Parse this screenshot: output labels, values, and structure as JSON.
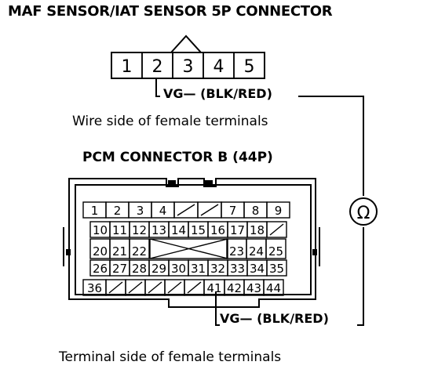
{
  "title": "MAF SENSOR/IAT SENSOR 5P CONNECTOR",
  "maf_connector": {
    "pins": [
      "1",
      "2",
      "3",
      "4",
      "5"
    ],
    "probe_label": "VG— (BLK/RED)",
    "caption": "Wire side of female terminals"
  },
  "pcm_connector": {
    "title": "PCM CONNECTOR B (44P)",
    "rows": [
      [
        "1",
        "2",
        "3",
        "4",
        "",
        "",
        "7",
        "8",
        "9"
      ],
      [
        "10",
        "11",
        "12",
        "13",
        "14",
        "15",
        "16",
        "17",
        "18",
        ""
      ],
      [
        "20",
        "21",
        "22",
        "",
        "23",
        "24",
        "25"
      ],
      [
        "26",
        "27",
        "28",
        "29",
        "30",
        "31",
        "32",
        "33",
        "34",
        "35"
      ],
      [
        "36",
        "",
        "",
        "",
        "",
        "",
        "41",
        "42",
        "43",
        "44"
      ]
    ],
    "probe_label": "VG— (BLK/RED)",
    "caption": "Terminal side of female terminals"
  },
  "meter_symbol": "Ω"
}
